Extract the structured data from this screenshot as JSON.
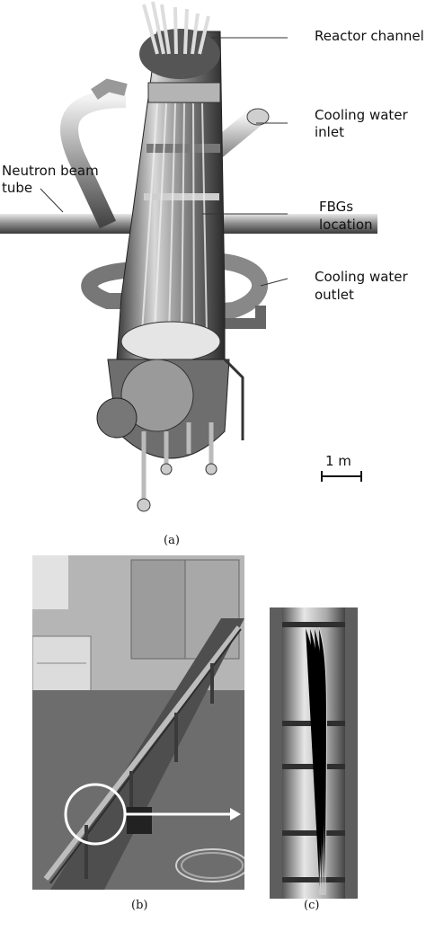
{
  "panel_a": {
    "labels": {
      "reactor_channel": "Reactor channel",
      "cooling_inlet_1": "Cooling water",
      "cooling_inlet_2": "inlet",
      "neutron_1": "Neutron beam",
      "neutron_2": "tube",
      "fbgs_1": "FBGs",
      "fbgs_2": "location",
      "cooling_outlet_1": "Cooling water",
      "cooling_outlet_2": "outlet"
    },
    "scale_bar": "1 m",
    "caption": "(a)"
  },
  "panel_b": {
    "caption": "(b)"
  },
  "panel_c": {
    "caption": "(c)"
  }
}
